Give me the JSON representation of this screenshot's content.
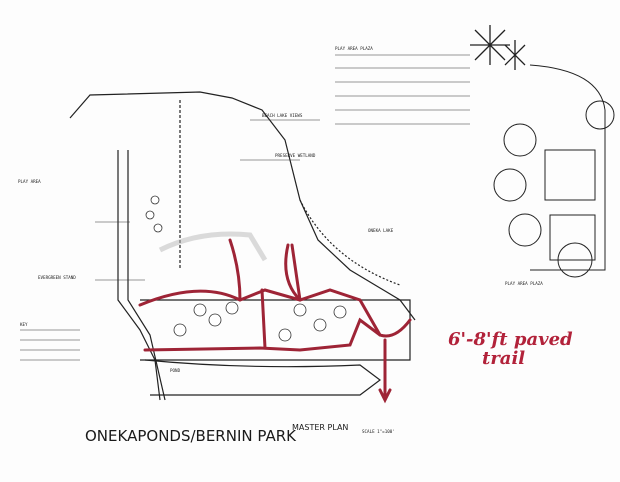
{
  "title": "ONEKAPONDS/BERNIN PARK",
  "subtitle": "MASTER PLAN",
  "annotation": {
    "line1": "6'-8'ft paved",
    "line2": "trail",
    "color": "#b2223a"
  },
  "labels": {
    "play_area_plaza_header": "PLAY AREA PLAZA",
    "play_area_plaza_scale": "PLAY AREA PLAZA",
    "oneka_lake": "ONEKA LAKE",
    "play_area": "PLAY AREA",
    "evergreen_stand": "EVERGREEN STAND",
    "key": "KEY",
    "pond": "POND",
    "beach_lake_views": "BEACH LAKE VIEWS",
    "preserve_wetland": "PRESERVE WETLAND",
    "scale": "SCALE 1\"=100'"
  },
  "colors": {
    "trail": "#9e2436",
    "ink": "#1a1a1a",
    "paper": "#fdfdfd"
  }
}
